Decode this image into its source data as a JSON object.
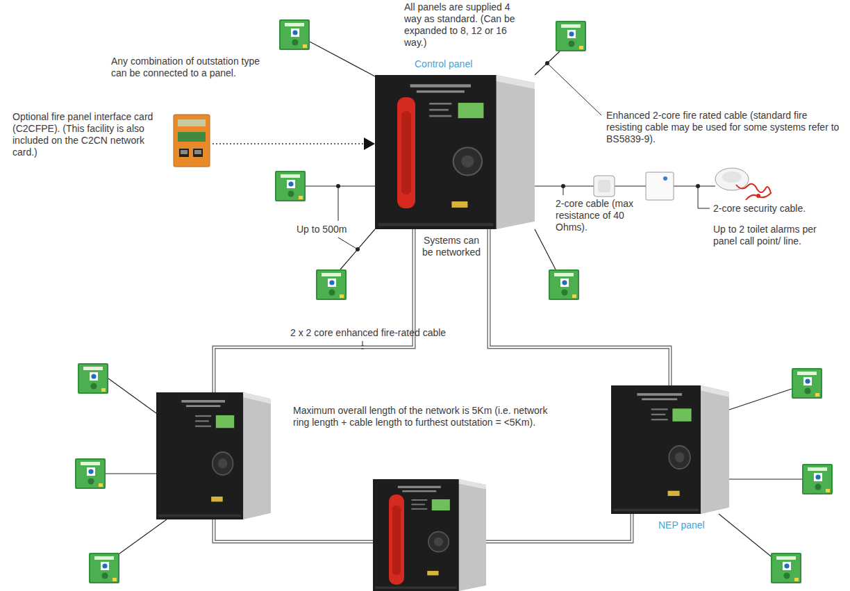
{
  "diagram": {
    "nodes": [
      {
        "text": [
          "Control panel"
        ]
      },
      {
        "text": [
          "NEP panel"
        ]
      }
    ],
    "edges": [
      {
        "from": 0,
        "to": 1,
        "arrow": "none"
      }
    ],
    "labels": [
      "All panels are supplied 4 way as standard. (Can be expanded to 8, 12 or 16 way.)",
      "Any combination of outstation type can be connected to a panel.",
      "Optional fire panel interface card (C2CFPE). (This facility is also included on the C2CN network card.)",
      "Enhanced 2-core fire rated cable (standard fire resisting cable may be used for some systems refer to BS5839-9).",
      "Up to 500m",
      "Systems can be networked",
      "2-core cable (max resistance of 40 Ohms).",
      "2-core security cable.",
      "Up to 2 toilet alarms per panel call point/ line.",
      "2 x 2 core enhanced fire-rated cable",
      "Maximum overall length of the network is 5Km (i.e. network ring length + cable length to furthest outstation = <5Km)."
    ]
  }
}
